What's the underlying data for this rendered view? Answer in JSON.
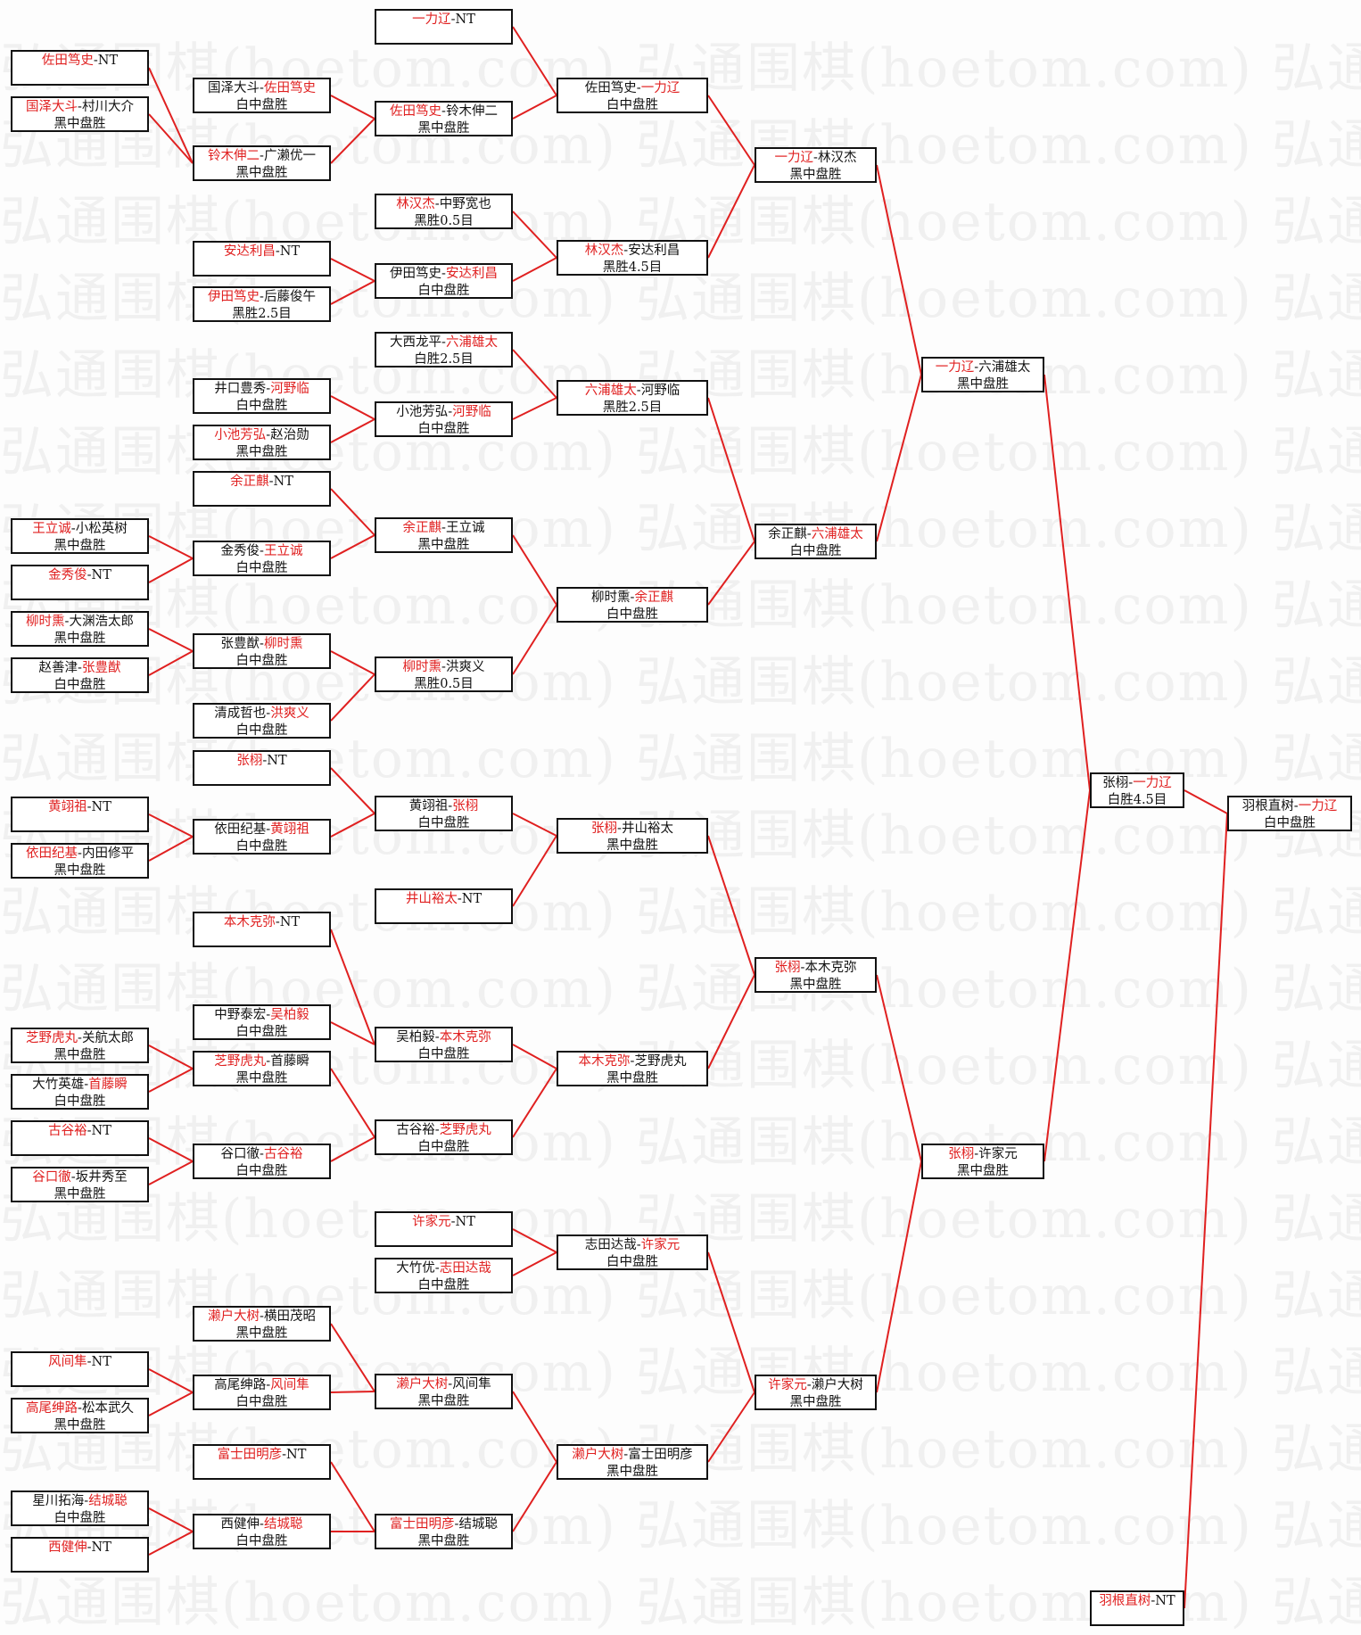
{
  "colors": {
    "winner": "#e02020",
    "line": "#e02020",
    "border": "#111111",
    "watermark": "#f0f0f0"
  },
  "watermark_text": "弘通围棋(hoetom.com)",
  "rounds": [
    {
      "name": "round1",
      "matches": [
        {
          "id": "r1-1",
          "a": "佐田笃史",
          "b": "NT",
          "winner": "a",
          "result": ""
        },
        {
          "id": "r1-2",
          "a": "国泽大斗",
          "b": "村川大介",
          "winner": "a",
          "result": "黑中盘胜"
        },
        {
          "id": "r1-3",
          "a": "王立诚",
          "b": "小松英树",
          "winner": "a",
          "result": "黑中盘胜"
        },
        {
          "id": "r1-4",
          "a": "金秀俊",
          "b": "NT",
          "winner": "a",
          "result": ""
        },
        {
          "id": "r1-5",
          "a": "柳时熏",
          "b": "大渊浩太郎",
          "winner": "a",
          "result": "黑中盘胜"
        },
        {
          "id": "r1-6",
          "a": "赵善津",
          "b": "张豊猷",
          "winner": "b",
          "result": "白中盘胜"
        },
        {
          "id": "r1-7",
          "a": "黄翊祖",
          "b": "NT",
          "winner": "a",
          "result": ""
        },
        {
          "id": "r1-8",
          "a": "依田纪基",
          "b": "内田修平",
          "winner": "a",
          "result": "黑中盘胜"
        },
        {
          "id": "r1-9",
          "a": "芝野虎丸",
          "b": "关航太郎",
          "winner": "a",
          "result": "黑中盘胜"
        },
        {
          "id": "r1-10",
          "a": "大竹英雄",
          "b": "首藤瞬",
          "winner": "b",
          "result": "白中盘胜"
        },
        {
          "id": "r1-11",
          "a": "古谷裕",
          "b": "NT",
          "winner": "a",
          "result": ""
        },
        {
          "id": "r1-12",
          "a": "谷口徹",
          "b": "坂井秀至",
          "winner": "a",
          "result": "黑中盘胜"
        },
        {
          "id": "r1-13",
          "a": "风间隼",
          "b": "NT",
          "winner": "a",
          "result": ""
        },
        {
          "id": "r1-14",
          "a": "高尾绅路",
          "b": "松本武久",
          "winner": "a",
          "result": "黑中盘胜"
        },
        {
          "id": "r1-15",
          "a": "星川拓海",
          "b": "结城聪",
          "winner": "b",
          "result": "白中盘胜"
        },
        {
          "id": "r1-16",
          "a": "西健伸",
          "b": "NT",
          "winner": "a",
          "result": ""
        }
      ]
    },
    {
      "name": "round2",
      "matches": [
        {
          "id": "r2-1",
          "a": "国泽大斗",
          "b": "佐田笃史",
          "winner": "b",
          "result": "白中盘胜"
        },
        {
          "id": "r2-2",
          "a": "铃木伸二",
          "b": "广濑优一",
          "winner": "a",
          "result": "黑中盘胜"
        },
        {
          "id": "r2-3",
          "a": "安达利昌",
          "b": "NT",
          "winner": "a",
          "result": ""
        },
        {
          "id": "r2-4",
          "a": "伊田笃史",
          "b": "后藤俊午",
          "winner": "a",
          "result": "黑胜2.5目"
        },
        {
          "id": "r2-5",
          "a": "井口豊秀",
          "b": "河野临",
          "winner": "b",
          "result": "白中盘胜"
        },
        {
          "id": "r2-6",
          "a": "小池芳弘",
          "b": "赵治勋",
          "winner": "a",
          "result": "黑中盘胜"
        },
        {
          "id": "r2-7",
          "a": "余正麒",
          "b": "NT",
          "winner": "a",
          "result": ""
        },
        {
          "id": "r2-8",
          "a": "金秀俊",
          "b": "王立诚",
          "winner": "b",
          "result": "白中盘胜"
        },
        {
          "id": "r2-9",
          "a": "张豊猷",
          "b": "柳时熏",
          "winner": "b",
          "result": "白中盘胜"
        },
        {
          "id": "r2-10",
          "a": "清成哲也",
          "b": "洪爽义",
          "winner": "b",
          "result": "白中盘胜"
        },
        {
          "id": "r2-11",
          "a": "张栩",
          "b": "NT",
          "winner": "a",
          "result": ""
        },
        {
          "id": "r2-12",
          "a": "依田纪基",
          "b": "黄翊祖",
          "winner": "b",
          "result": "白中盘胜"
        },
        {
          "id": "r2-13",
          "a": "本木克弥",
          "b": "NT",
          "winner": "a",
          "result": ""
        },
        {
          "id": "r2-14",
          "a": "中野泰宏",
          "b": "吴柏毅",
          "winner": "b",
          "result": "白中盘胜"
        },
        {
          "id": "r2-15",
          "a": "芝野虎丸",
          "b": "首藤瞬",
          "winner": "a",
          "result": "黑中盘胜"
        },
        {
          "id": "r2-16",
          "a": "谷口徹",
          "b": "古谷裕",
          "winner": "b",
          "result": "白中盘胜"
        },
        {
          "id": "r2-17",
          "a": "濑户大树",
          "b": "横田茂昭",
          "winner": "a",
          "result": "黑中盘胜"
        },
        {
          "id": "r2-18",
          "a": "高尾绅路",
          "b": "风间隼",
          "winner": "b",
          "result": "白中盘胜"
        },
        {
          "id": "r2-19",
          "a": "富士田明彦",
          "b": "NT",
          "winner": "a",
          "result": ""
        },
        {
          "id": "r2-20",
          "a": "西健伸",
          "b": "结城聪",
          "winner": "b",
          "result": "白中盘胜"
        }
      ]
    },
    {
      "name": "round3",
      "matches": [
        {
          "id": "r3-1",
          "a": "一力辽",
          "b": "NT",
          "winner": "a",
          "result": ""
        },
        {
          "id": "r3-2",
          "a": "佐田笃史",
          "b": "铃木伸二",
          "winner": "a",
          "result": "黑中盘胜"
        },
        {
          "id": "r3-3",
          "a": "林汉杰",
          "b": "中野宽也",
          "winner": "a",
          "result": "黑胜0.5目"
        },
        {
          "id": "r3-4",
          "a": "伊田笃史",
          "b": "安达利昌",
          "winner": "b",
          "result": "白中盘胜"
        },
        {
          "id": "r3-5",
          "a": "大西龙平",
          "b": "六浦雄太",
          "winner": "b",
          "result": "白胜2.5目"
        },
        {
          "id": "r3-6",
          "a": "小池芳弘",
          "b": "河野临",
          "winner": "b",
          "result": "白中盘胜"
        },
        {
          "id": "r3-7",
          "a": "余正麒",
          "b": "王立诚",
          "winner": "a",
          "result": "黑中盘胜"
        },
        {
          "id": "r3-8",
          "a": "柳时熏",
          "b": "洪爽义",
          "winner": "a",
          "result": "黑胜0.5目"
        },
        {
          "id": "r3-9",
          "a": "黄翊祖",
          "b": "张栩",
          "winner": "b",
          "result": "白中盘胜"
        },
        {
          "id": "r3-10",
          "a": "井山裕太",
          "b": "NT",
          "winner": "a",
          "result": ""
        },
        {
          "id": "r3-11",
          "a": "吴柏毅",
          "b": "本木克弥",
          "winner": "b",
          "result": "白中盘胜"
        },
        {
          "id": "r3-12",
          "a": "古谷裕",
          "b": "芝野虎丸",
          "winner": "b",
          "result": "白中盘胜"
        },
        {
          "id": "r3-13",
          "a": "许家元",
          "b": "NT",
          "winner": "a",
          "result": ""
        },
        {
          "id": "r3-14",
          "a": "大竹优",
          "b": "志田达哉",
          "winner": "b",
          "result": "白中盘胜"
        },
        {
          "id": "r3-15",
          "a": "濑户大树",
          "b": "风间隼",
          "winner": "a",
          "result": "黑中盘胜"
        },
        {
          "id": "r3-16",
          "a": "富士田明彦",
          "b": "结城聪",
          "winner": "a",
          "result": "黑中盘胜"
        }
      ]
    },
    {
      "name": "round4",
      "matches": [
        {
          "id": "r4-1",
          "a": "佐田笃史",
          "b": "一力辽",
          "winner": "b",
          "result": "白中盘胜"
        },
        {
          "id": "r4-2",
          "a": "林汉杰",
          "b": "安达利昌",
          "winner": "a",
          "result": "黑胜4.5目"
        },
        {
          "id": "r4-3",
          "a": "六浦雄太",
          "b": "河野临",
          "winner": "a",
          "result": "黑胜2.5目"
        },
        {
          "id": "r4-4",
          "a": "柳时熏",
          "b": "余正麒",
          "winner": "b",
          "result": "白中盘胜"
        },
        {
          "id": "r4-5",
          "a": "张栩",
          "b": "井山裕太",
          "winner": "a",
          "result": "黑中盘胜"
        },
        {
          "id": "r4-6",
          "a": "本木克弥",
          "b": "芝野虎丸",
          "winner": "a",
          "result": "黑中盘胜"
        },
        {
          "id": "r4-7",
          "a": "志田达哉",
          "b": "许家元",
          "winner": "b",
          "result": "白中盘胜"
        },
        {
          "id": "r4-8",
          "a": "濑户大树",
          "b": "富士田明彦",
          "winner": "a",
          "result": "黑中盘胜"
        }
      ]
    },
    {
      "name": "round5",
      "matches": [
        {
          "id": "r5-1",
          "a": "一力辽",
          "b": "林汉杰",
          "winner": "a",
          "result": "黑中盘胜"
        },
        {
          "id": "r5-2",
          "a": "余正麒",
          "b": "六浦雄太",
          "winner": "b",
          "result": "白中盘胜"
        },
        {
          "id": "r5-3",
          "a": "张栩",
          "b": "本木克弥",
          "winner": "a",
          "result": "黑中盘胜"
        },
        {
          "id": "r5-4",
          "a": "许家元",
          "b": "濑户大树",
          "winner": "a",
          "result": "黑中盘胜"
        }
      ]
    },
    {
      "name": "round6",
      "matches": [
        {
          "id": "r6-1",
          "a": "一力辽",
          "b": "六浦雄太",
          "winner": "a",
          "result": "黑中盘胜"
        },
        {
          "id": "r6-2",
          "a": "张栩",
          "b": "许家元",
          "winner": "a",
          "result": "黑中盘胜"
        }
      ]
    },
    {
      "name": "round7",
      "matches": [
        {
          "id": "r7-1",
          "a": "张栩",
          "b": "一力辽",
          "winner": "b",
          "result": "白胜4.5目"
        },
        {
          "id": "r7-2",
          "a": "羽根直树",
          "b": "NT",
          "winner": "a",
          "result": ""
        }
      ]
    },
    {
      "name": "final",
      "matches": [
        {
          "id": "r8-1",
          "a": "羽根直树",
          "b": "一力辽",
          "winner": "b",
          "result": "白中盘胜"
        }
      ]
    }
  ]
}
